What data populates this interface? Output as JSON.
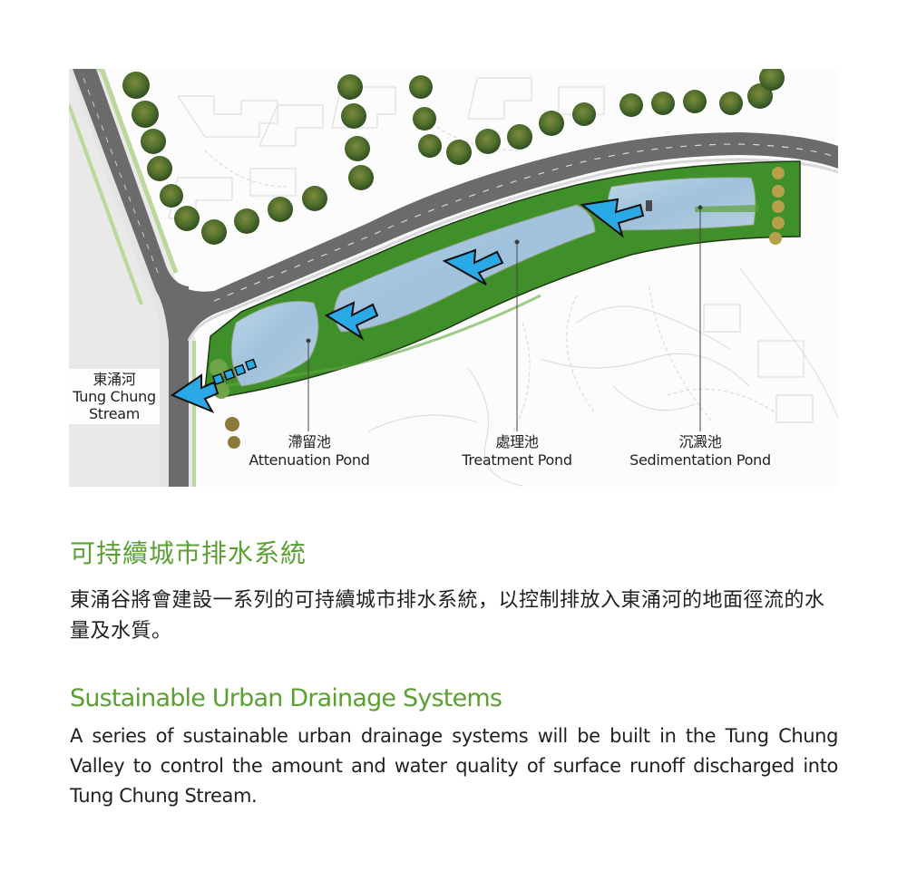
{
  "map": {
    "stream_label": {
      "zh": "東涌河",
      "en_line1": "Tung Chung",
      "en_line2": "Stream"
    },
    "ponds": [
      {
        "zh": "滯留池",
        "en": "Attenuation Pond"
      },
      {
        "zh": "處理池",
        "en": "Treatment Pond"
      },
      {
        "zh": "沉澱池",
        "en": "Sedimentation Pond"
      }
    ],
    "colors": {
      "arrow": "#29a9e6",
      "grass": "#3f8f2a",
      "water": "#a9c8de",
      "road": "#6b6b6b"
    }
  },
  "section_zh": {
    "heading": "可持續城市排水系統",
    "body": "東涌谷將會建設一系列的可持續城市排水系統，以控制排放入東涌河的地面徑流的水量及水質。"
  },
  "section_en": {
    "heading": "Sustainable Urban Drainage Systems",
    "body": "A series of sustainable urban drainage systems will be built in the Tung Chung Valley to control the amount and water quality of surface runoff discharged into Tung Chung Stream."
  },
  "colors": {
    "accent_green": "#5aa131",
    "text": "#231f20"
  }
}
